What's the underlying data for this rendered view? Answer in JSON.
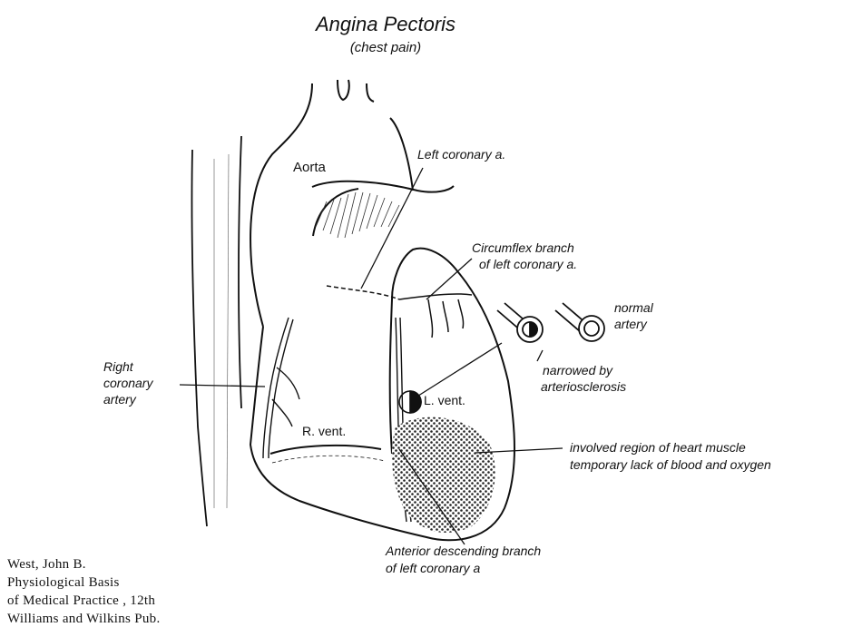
{
  "diagram": {
    "title": "Angina Pectoris",
    "subtitle": "(chest pain)",
    "labels": {
      "aorta": "Aorta",
      "left_coronary": "Left coronary a.",
      "circumflex_line1": "Circumflex branch",
      "circumflex_line2": "of left coronary a.",
      "normal_line1": "normal",
      "normal_line2": "artery",
      "narrowed_line1": "narrowed by",
      "narrowed_line2": "arteriosclerosis",
      "right_coronary_line1": "Right",
      "right_coronary_line2": "coronary",
      "right_coronary_line3": "artery",
      "l_vent": "L. vent.",
      "r_vent": "R. vent.",
      "involved_line1": "involved region of heart muscle",
      "involved_line2": "temporary lack of blood and oxygen",
      "anterior_line1": "Anterior descending branch",
      "anterior_line2": "of left coronary a"
    }
  },
  "citation": {
    "line1": "West, John B.",
    "line2": "Physiological Basis",
    "line3": "of Medical Practice , 12th",
    "line4": "Williams and Wilkins Pub."
  }
}
